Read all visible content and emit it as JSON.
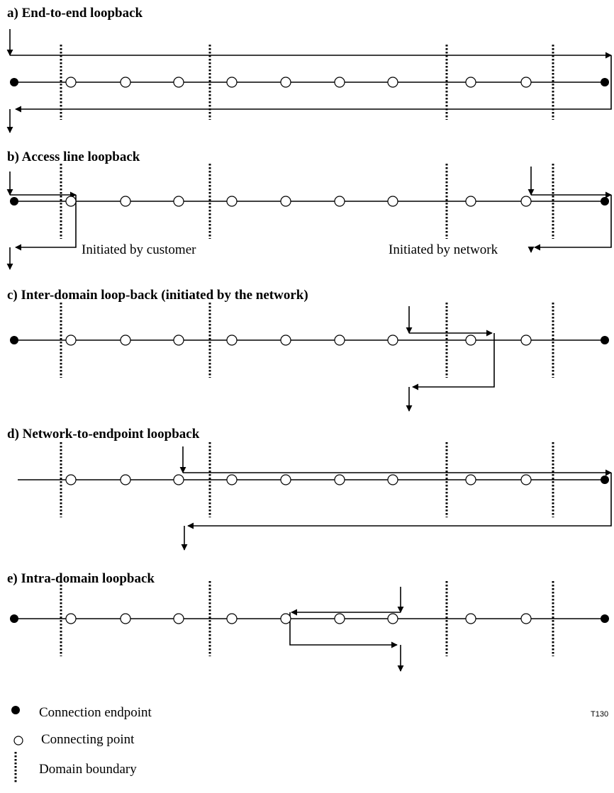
{
  "panels": [
    {
      "title": "a) End-to-end loopback",
      "caption_left": "",
      "caption_right": ""
    },
    {
      "title": "b) Access line loopback",
      "caption_left": "Initiated by customer",
      "caption_right": "Initiated by network"
    },
    {
      "title": "c) Inter-domain loop-back (initiated by the network)",
      "caption_left": "",
      "caption_right": ""
    },
    {
      "title": "d) Network-to-endpoint loopback",
      "caption_left": "",
      "caption_right": ""
    },
    {
      "title": "e) Intra-domain loopback",
      "caption_left": "",
      "caption_right": ""
    }
  ],
  "legend": {
    "endpoint": "Connection endpoint",
    "connecting": "Connecting point",
    "boundary": "Domain boundary"
  },
  "figure_id": "T130"
}
